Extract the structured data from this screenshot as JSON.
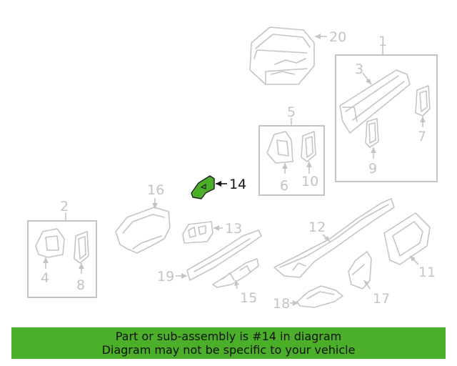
{
  "highlighted_callout": "14",
  "callouts": {
    "c1": "1",
    "c2": "2",
    "c3": "3",
    "c4": "4",
    "c5": "5",
    "c6": "6",
    "c7": "7",
    "c8": "8",
    "c9": "9",
    "c10": "10",
    "c11": "11",
    "c12": "12",
    "c13": "13",
    "c14": "14",
    "c15": "15",
    "c16": "16",
    "c17": "17",
    "c18": "18",
    "c19": "19",
    "c20": "20"
  },
  "banner": {
    "line1": "Part or sub-assembly is #14 in diagram",
    "line2": "Diagram may not be specific to your vehicle"
  },
  "colors": {
    "highlight": "#4caf2a",
    "parts": "#c4c4c4",
    "highlight_text": "#111111"
  }
}
